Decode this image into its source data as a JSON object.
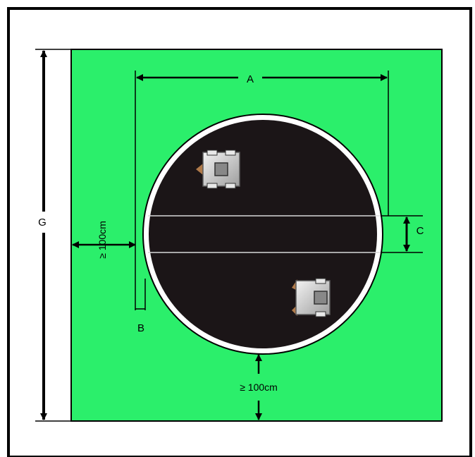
{
  "diagram": {
    "labels": {
      "dimension_a": "A",
      "dimension_b": "B",
      "dimension_c": "C",
      "dimension_g": "G",
      "side_clearance": "≥ 100cm",
      "bottom_clearance": "≥ 100cm"
    },
    "colors": {
      "frame": "#000000",
      "field": "#2bef6b",
      "arena": "#1b1517",
      "arena_ring": "#ffffff",
      "lines": "#000000",
      "robot_body": "#bcbcbc",
      "robot_center": "#888888",
      "robot_wheel": "#e8e8e8",
      "robot_wedge": "#b07a4a"
    },
    "robots": [
      {
        "name": "robot-top-left",
        "icon": "robot-icon"
      },
      {
        "name": "robot-bottom-right",
        "icon": "robot-icon"
      }
    ]
  }
}
